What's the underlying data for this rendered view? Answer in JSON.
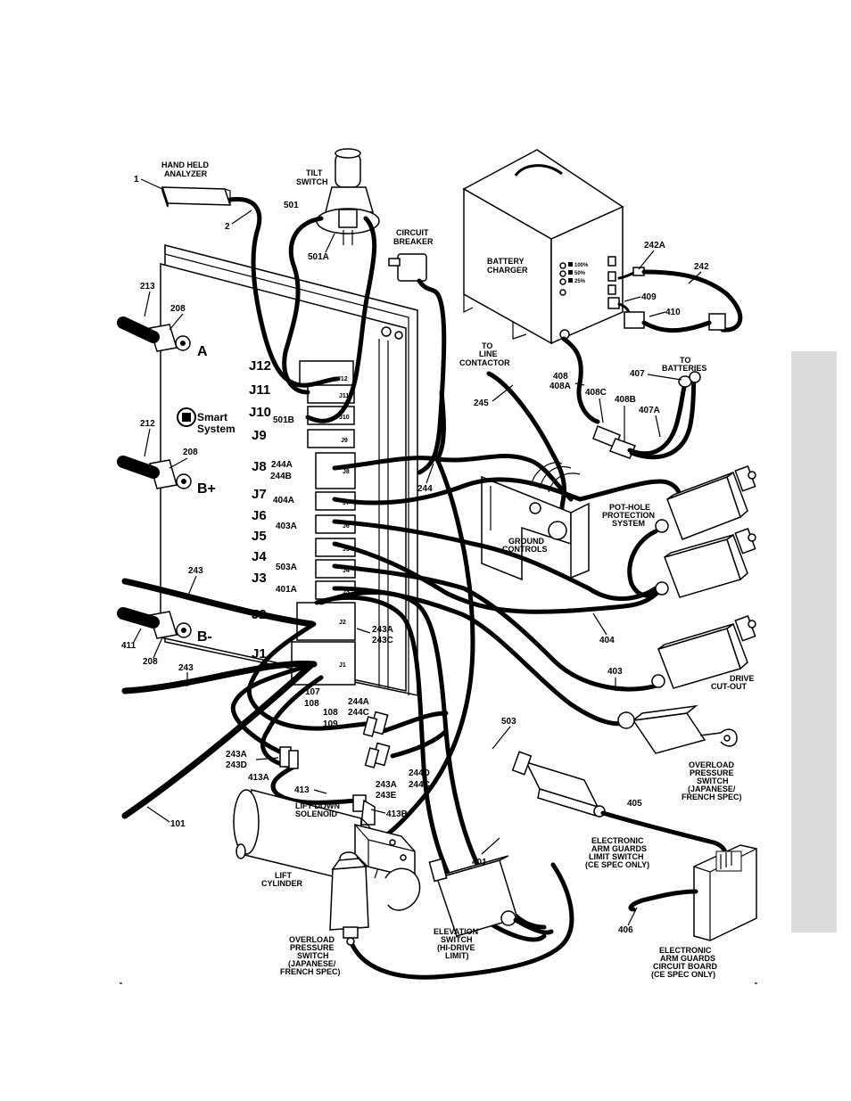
{
  "labels": {
    "hand_held_analyzer": [
      "HAND HELD",
      "ANALYZER"
    ],
    "ref_1": "1",
    "ref_2": "2",
    "tilt_switch": [
      "TILT",
      "SWITCH"
    ],
    "ref_501": "501",
    "ref_501a": "501A",
    "circuit_breaker": [
      "CIRCUIT",
      "BREAKER"
    ],
    "battery_charger": [
      "BATTERY",
      "CHARGER"
    ],
    "ref_242a": "242A",
    "ref_242": "242",
    "ref_409": "409",
    "ref_410": "410",
    "to_batteries": [
      "TO",
      "BATTERIES"
    ],
    "ref_407": "407",
    "ref_407a": "407A",
    "ref_408": "408",
    "ref_408a": "408A",
    "ref_408b": "408B",
    "ref_408c": "408C",
    "to_line_contactor": [
      "TO",
      "LINE",
      "CONTACTOR"
    ],
    "ref_245": "245",
    "ref_213": "213",
    "ref_208": "208",
    "ref_212": "212",
    "ref_243": "243",
    "ref_411": "411",
    "term_a": "A",
    "term_bplus": "B+",
    "term_bminus": "B-",
    "brand": [
      "Smart",
      "System"
    ],
    "connectors": [
      "J12",
      "J11",
      "J10",
      "J9",
      "J8",
      "J7",
      "J6",
      "J5",
      "J4",
      "J3",
      "J2",
      "J1"
    ],
    "ref_501b": "501B",
    "ref_244a": "244A",
    "ref_244b": "244B",
    "ref_404a": "404A",
    "ref_403a": "403A",
    "ref_503a": "503A",
    "ref_401a": "401A",
    "ref_244": "244",
    "ref_243a": "243A",
    "ref_243c": "243C",
    "ref_107": "107",
    "ref_108": "108",
    "ref_109": "109",
    "ref_244c": "244C",
    "ref_243d": "243D",
    "ref_413a": "413A",
    "ref_413": "413",
    "ref_413b": "413B",
    "ref_244d": "244D",
    "ref_243e": "243E",
    "ref_101": "101",
    "ground_controls": [
      "GROUND",
      "CONTROLS"
    ],
    "pot_hole": [
      "POT-HOLE",
      "PROTECTION",
      "SYSTEM"
    ],
    "ref_404": "404",
    "ref_403": "403",
    "drive_cutout": [
      "DRIVE",
      "CUT-OUT"
    ],
    "ref_503": "503",
    "overload_right": [
      "OVERLOAD",
      "PRESSURE",
      "SWITCH",
      "(JAPANESE/",
      "FRENCH SPEC)"
    ],
    "ref_405": "405",
    "ea_limit": [
      "ELECTRONIC",
      "ARM GUARDS",
      "LIMIT SWITCH",
      "(CE SPEC ONLY)"
    ],
    "lift_down": [
      "LIFT DOWN",
      "SOLENOID"
    ],
    "lift_cylinder": [
      "LIFT",
      "CYLINDER"
    ],
    "ref_401": "401",
    "elevation_switch": [
      "ELEVATION",
      "SWITCH",
      "(HI-DRIVE",
      "LIMIT)"
    ],
    "overload_left": [
      "OVERLOAD",
      "PRESSURE",
      "SWITCH",
      "(JAPANESE/",
      "FRENCH SPEC)"
    ],
    "ref_406": "406",
    "ea_board": [
      "ELECTRONIC",
      "ARM GUARDS",
      "CIRCUIT BOARD",
      "(CE SPEC ONLY)"
    ],
    "charger_levels": [
      "100%",
      "50%",
      "25%"
    ]
  },
  "colors": {
    "ink": "#000000",
    "paper": "#ffffff",
    "sidebar": "#dcdcdc"
  }
}
